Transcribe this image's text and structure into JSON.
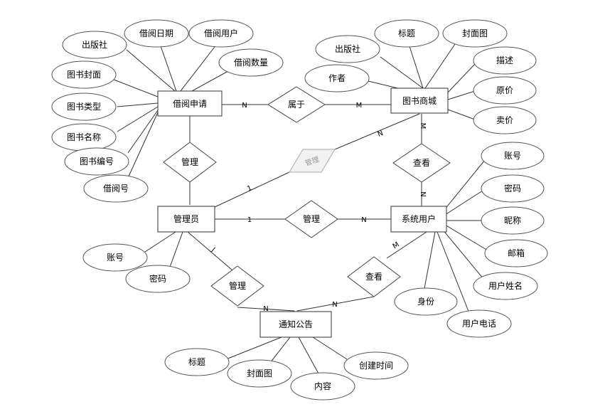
{
  "entities": {
    "borrow_request": "借阅申请",
    "book_mall": "图书商城",
    "admin": "管理员",
    "system_user": "系统用户",
    "notice": "通知公告"
  },
  "relationships": {
    "belongs": "属于",
    "manage_mall": "管理",
    "view_mall": "查看",
    "manage_borrow": "管理",
    "manage_user": "管理",
    "manage_notice": "管理",
    "view_notice": "查看"
  },
  "attributes": {
    "borrow_request": [
      "出版社",
      "借阅日期",
      "借阅用户",
      "借阅数量",
      "图书封面",
      "图书类型",
      "图书名称",
      "图书编号",
      "借阅号"
    ],
    "book_mall": [
      "出版社",
      "标题",
      "封面图",
      "作者",
      "描述",
      "原价",
      "卖价"
    ],
    "admin": [
      "账号",
      "密码"
    ],
    "system_user": [
      "账号",
      "密码",
      "昵称",
      "邮箱",
      "用户姓名",
      "用户电话",
      "身份"
    ],
    "notice": [
      "标题",
      "封面图",
      "内容",
      "创建时间"
    ]
  },
  "cardinality": {
    "borrow_belongs": "N",
    "mall_belongs": "M",
    "mall_manage": "N",
    "admin_manage_mall": "1",
    "mall_view": "M",
    "user_view_mall": "N",
    "admin_manage_user": "1",
    "user_manage": "N",
    "admin_manage_notice": "J",
    "notice_manage": "N",
    "notice_view": "N",
    "user_view_notice": "M"
  }
}
